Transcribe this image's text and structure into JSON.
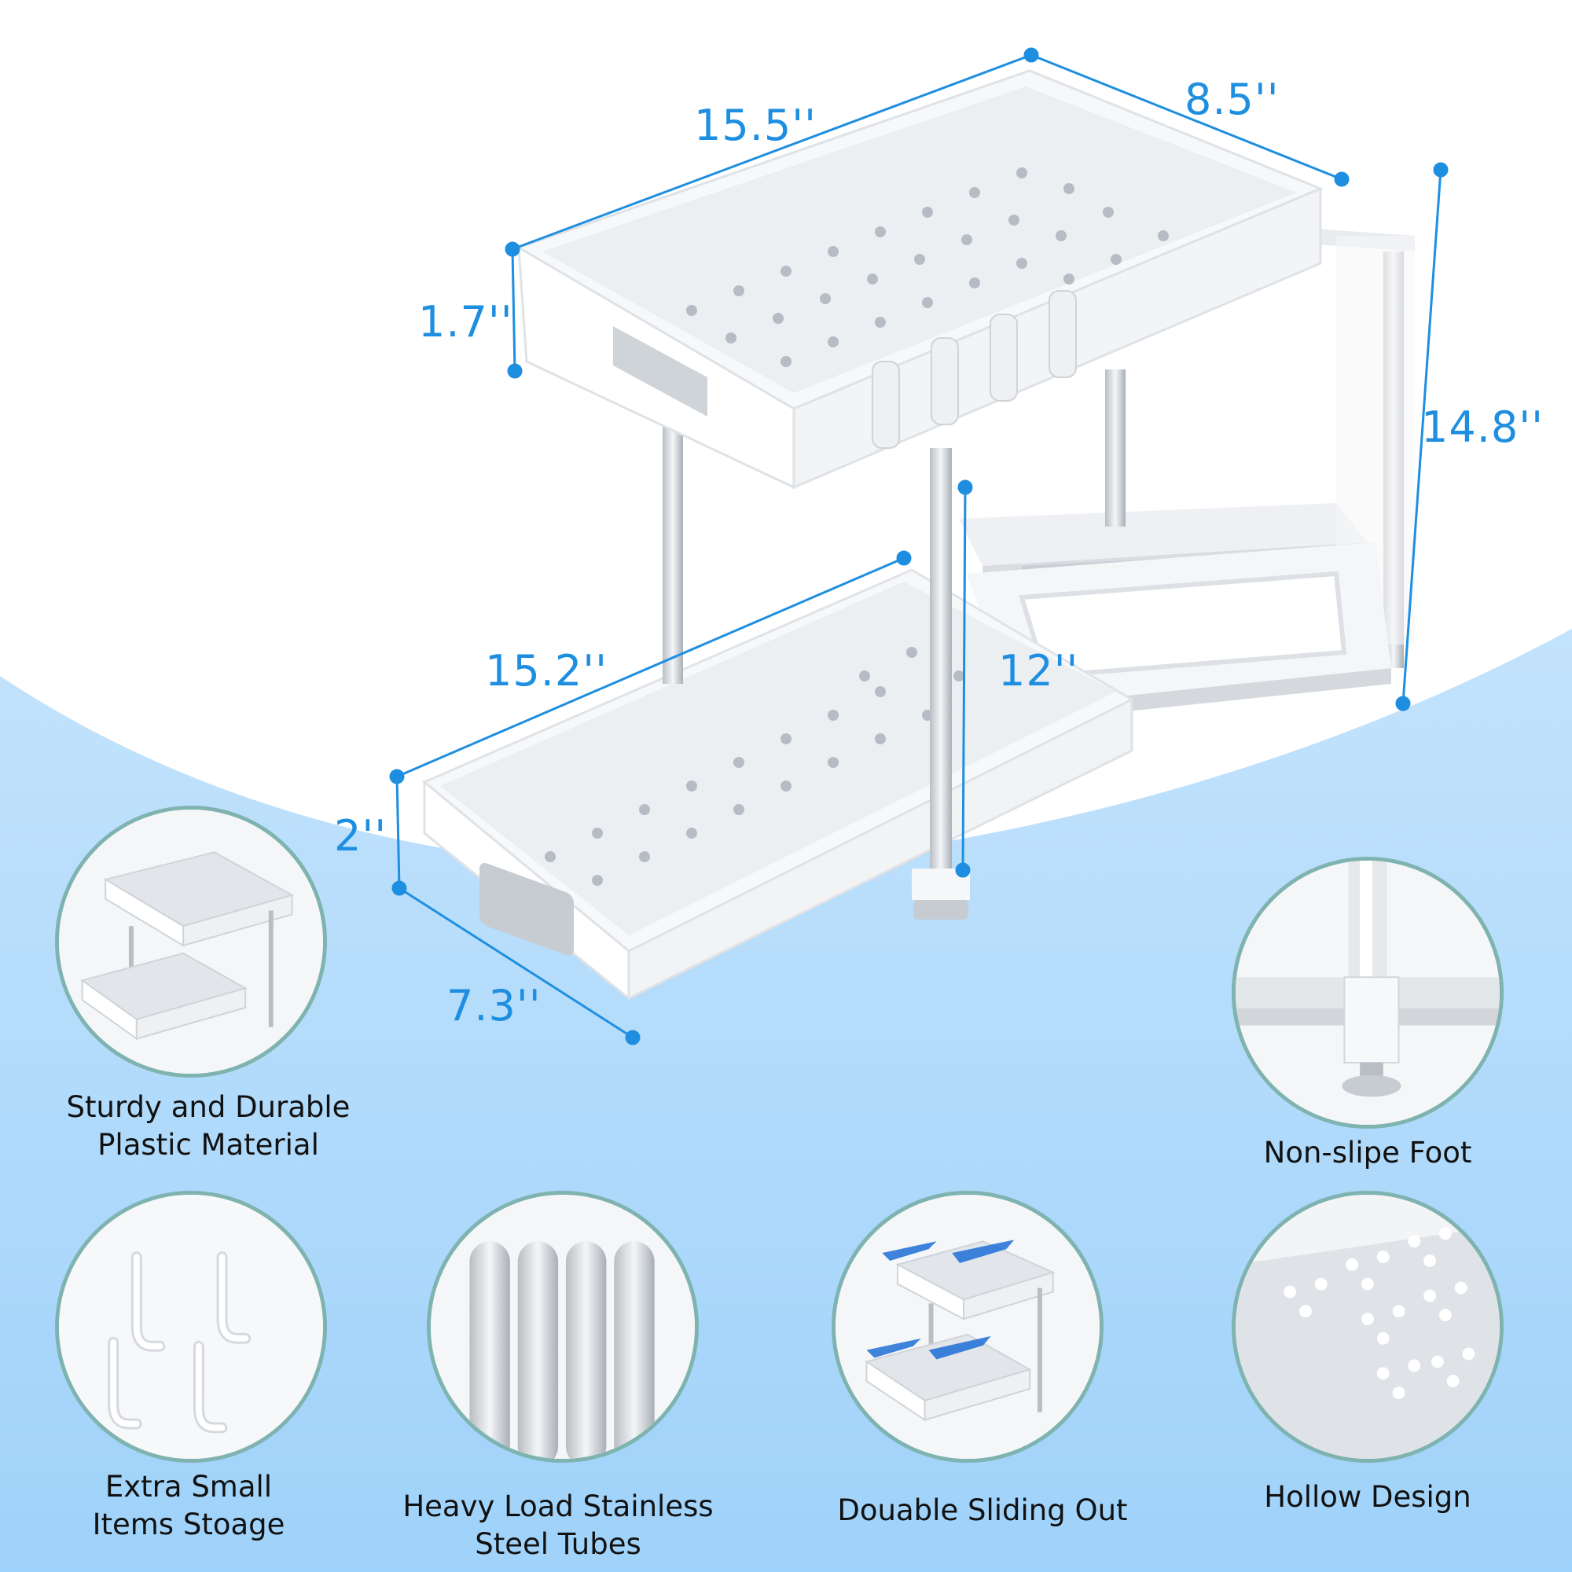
{
  "colors": {
    "accent": "#1e8fe0",
    "background_blue": "#a6d6fb",
    "circle_border": "#7fb3b0"
  },
  "dimensions": {
    "top_length": "15.5''",
    "top_width": "8.5''",
    "top_height": "1.7''",
    "total_height": "14.8''",
    "bottom_length": "15.2''",
    "tier_gap": "12''",
    "bottom_height": "2''",
    "bottom_width": "7.3''"
  },
  "features": {
    "material": {
      "line1": "Sturdy and Durable",
      "line2": "Plastic Material",
      "icon": "organizer-rack-icon"
    },
    "foot": {
      "line1": "Non-slipe Foot",
      "icon": "foot-pad-icon"
    },
    "hooks": {
      "line1": "Extra Small",
      "line2": "Items Stoage",
      "icon": "hooks-icon"
    },
    "tubes": {
      "line1": "Heavy Load Stainless",
      "line2": "Steel Tubes",
      "icon": "steel-tubes-icon"
    },
    "sliding": {
      "line1": "Douable Sliding Out",
      "icon": "sliding-drawers-icon"
    },
    "hollow": {
      "line1": "Hollow Design",
      "icon": "perforated-panel-icon"
    }
  }
}
